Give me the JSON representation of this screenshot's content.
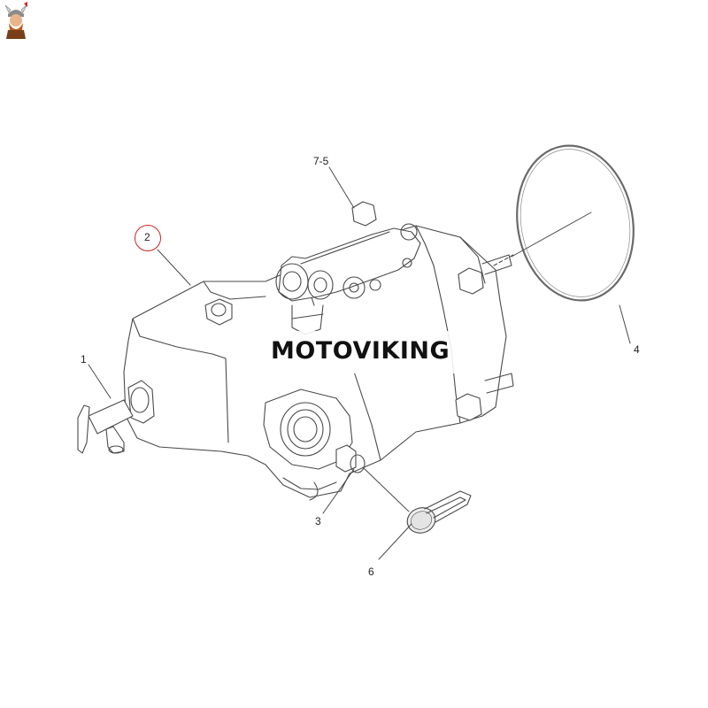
{
  "diagram": {
    "callouts": [
      {
        "id": "1",
        "label": "1"
      },
      {
        "id": "2",
        "label": "2",
        "highlighted": true
      },
      {
        "id": "3",
        "label": "3"
      },
      {
        "id": "4",
        "label": "4"
      },
      {
        "id": "6",
        "label": "6"
      },
      {
        "id": "7-5",
        "label": "7-5"
      }
    ],
    "highlight_color": "#d22222",
    "line_color": "#4a4a4a"
  },
  "watermark": {
    "text": "MOTOVIKING",
    "logo": "viking-mascot-logo"
  }
}
